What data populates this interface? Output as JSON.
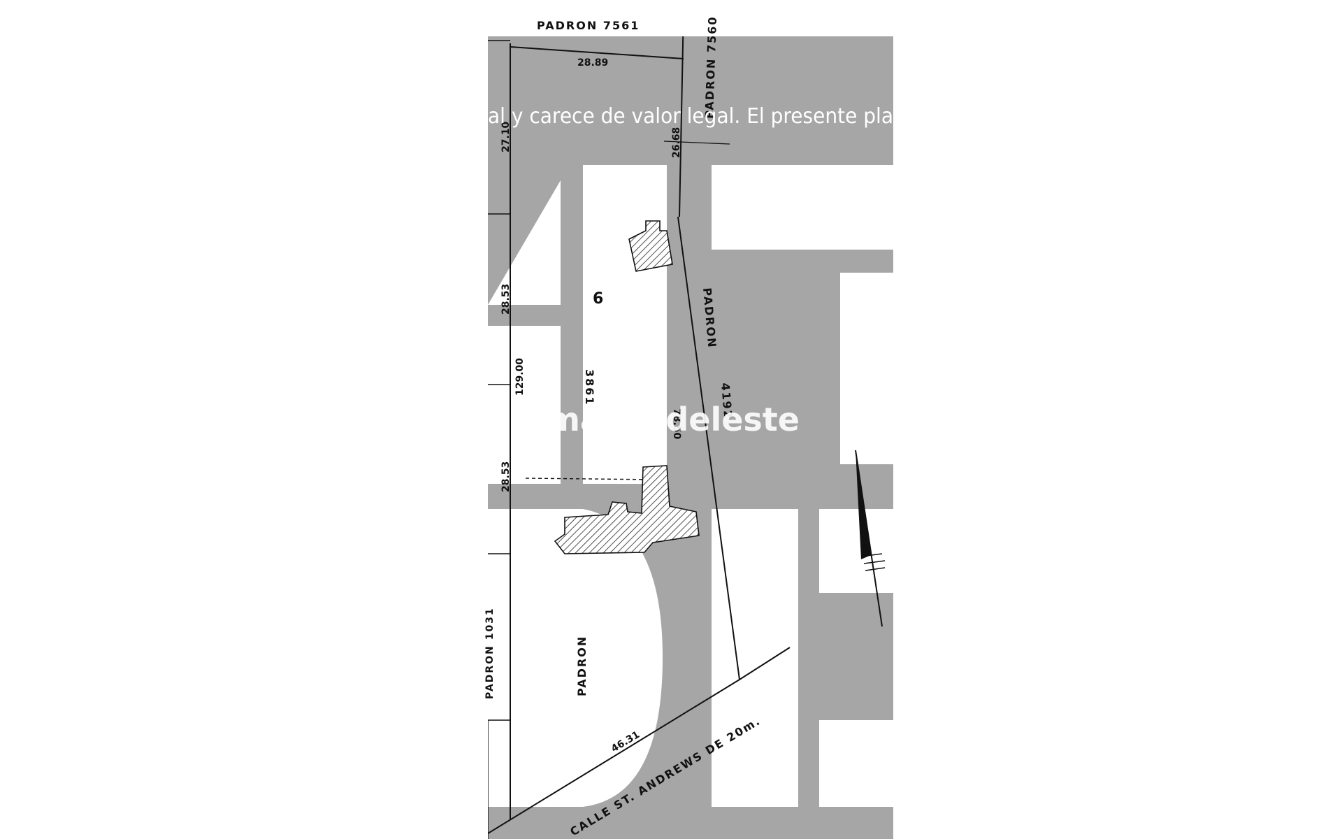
{
  "plan": {
    "padron_north": "PADRON 7561",
    "padron_northeast": "PADRON 7560",
    "padron_east_word": "PADRON",
    "padron_east_number": "4192",
    "padron_center_number": "3861",
    "padron_center_word": "PADRON",
    "padron_west": "PADRON 1031",
    "lot_number": "6",
    "street": "CALLE ST. ANDREWS DE 20m.",
    "dimensions": {
      "north": "28.89",
      "west_top": "27.10",
      "west_mid_upper": "28.53",
      "west_total": "129.00",
      "west_mid_lower": "28.53",
      "east_top": "26.68",
      "east_mid": "78.50",
      "south": "46.31"
    }
  },
  "watermark": {
    "disclaimer": "al y carece de valor legal. El presente pla",
    "brand": "mapasdeleste"
  },
  "colors": {
    "overlay_gray": "#a6a6a6",
    "line": "#111111",
    "background": "#ffffff",
    "watermark_text": "#ffffff"
  }
}
